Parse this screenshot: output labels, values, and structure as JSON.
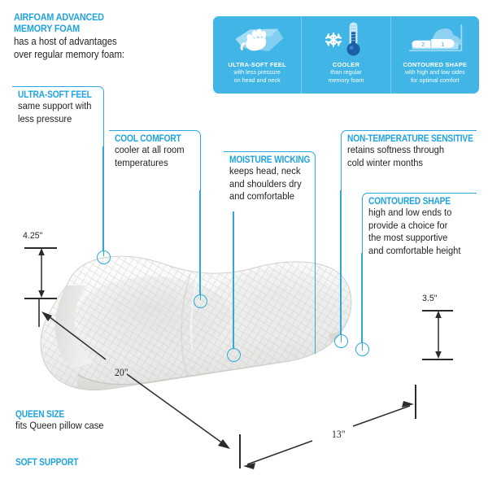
{
  "intro": {
    "title_line1": "AIRFOAM ADVANCED",
    "title_line2": "MEMORY FOAM",
    "body_line1": "has a host of advantages",
    "body_line2": "over regular memory foam:"
  },
  "banner": {
    "background_color": "#41b6e6",
    "panels": [
      {
        "icon": "hand-pressing-pillow-icon",
        "title": "ULTRA-SOFT FEEL",
        "sub_line1": "with less pressure",
        "sub_line2": "on head and neck"
      },
      {
        "icon": "thermometer-snowflake-icon",
        "title": "COOLER",
        "sub_line1": "than regular",
        "sub_line2": "memory foam"
      },
      {
        "icon": "sleeping-head-on-contour-pillow-icon",
        "title": "CONTOURED SHAPE",
        "sub_line1": "with high and low sides",
        "sub_line2": "for optimal comfort",
        "pillow_end_labels": [
          "2",
          "1"
        ]
      }
    ]
  },
  "callouts": [
    {
      "id": "ultra-soft-feel",
      "title": "ULTRA-SOFT FEEL",
      "lines": [
        "same support with",
        "less pressure"
      ]
    },
    {
      "id": "cool-comfort",
      "title": "COOL COMFORT",
      "lines": [
        "cooler at all room",
        "temperatures"
      ]
    },
    {
      "id": "moisture-wicking",
      "title": "MOISTURE WICKING",
      "lines": [
        "keeps head, neck",
        "and shoulders dry",
        "and comfortable"
      ]
    },
    {
      "id": "non-temperature-sensitive",
      "title": "NON-TEMPERATURE SENSITIVE",
      "lines": [
        "retains softness through",
        "cold winter months"
      ]
    },
    {
      "id": "contoured-shape",
      "title": "CONTOURED SHAPE",
      "lines": [
        "high and low ends to",
        "provide a choice for",
        "the most supportive",
        "and comfortable height"
      ]
    }
  ],
  "dimensions": {
    "height_left": "4.25\"",
    "height_right": "3.5\"",
    "length": "20\"",
    "width": "13\""
  },
  "footer": {
    "size_title": "QUEEN SIZE",
    "size_sub": "fits Queen pillow case",
    "support_title": "SOFT SUPPORT"
  },
  "colors": {
    "accent_blue": "#1fa4e0",
    "line_blue": "#2ba9e0",
    "banner_blue": "#41b6e6",
    "text_black": "#231f20"
  }
}
